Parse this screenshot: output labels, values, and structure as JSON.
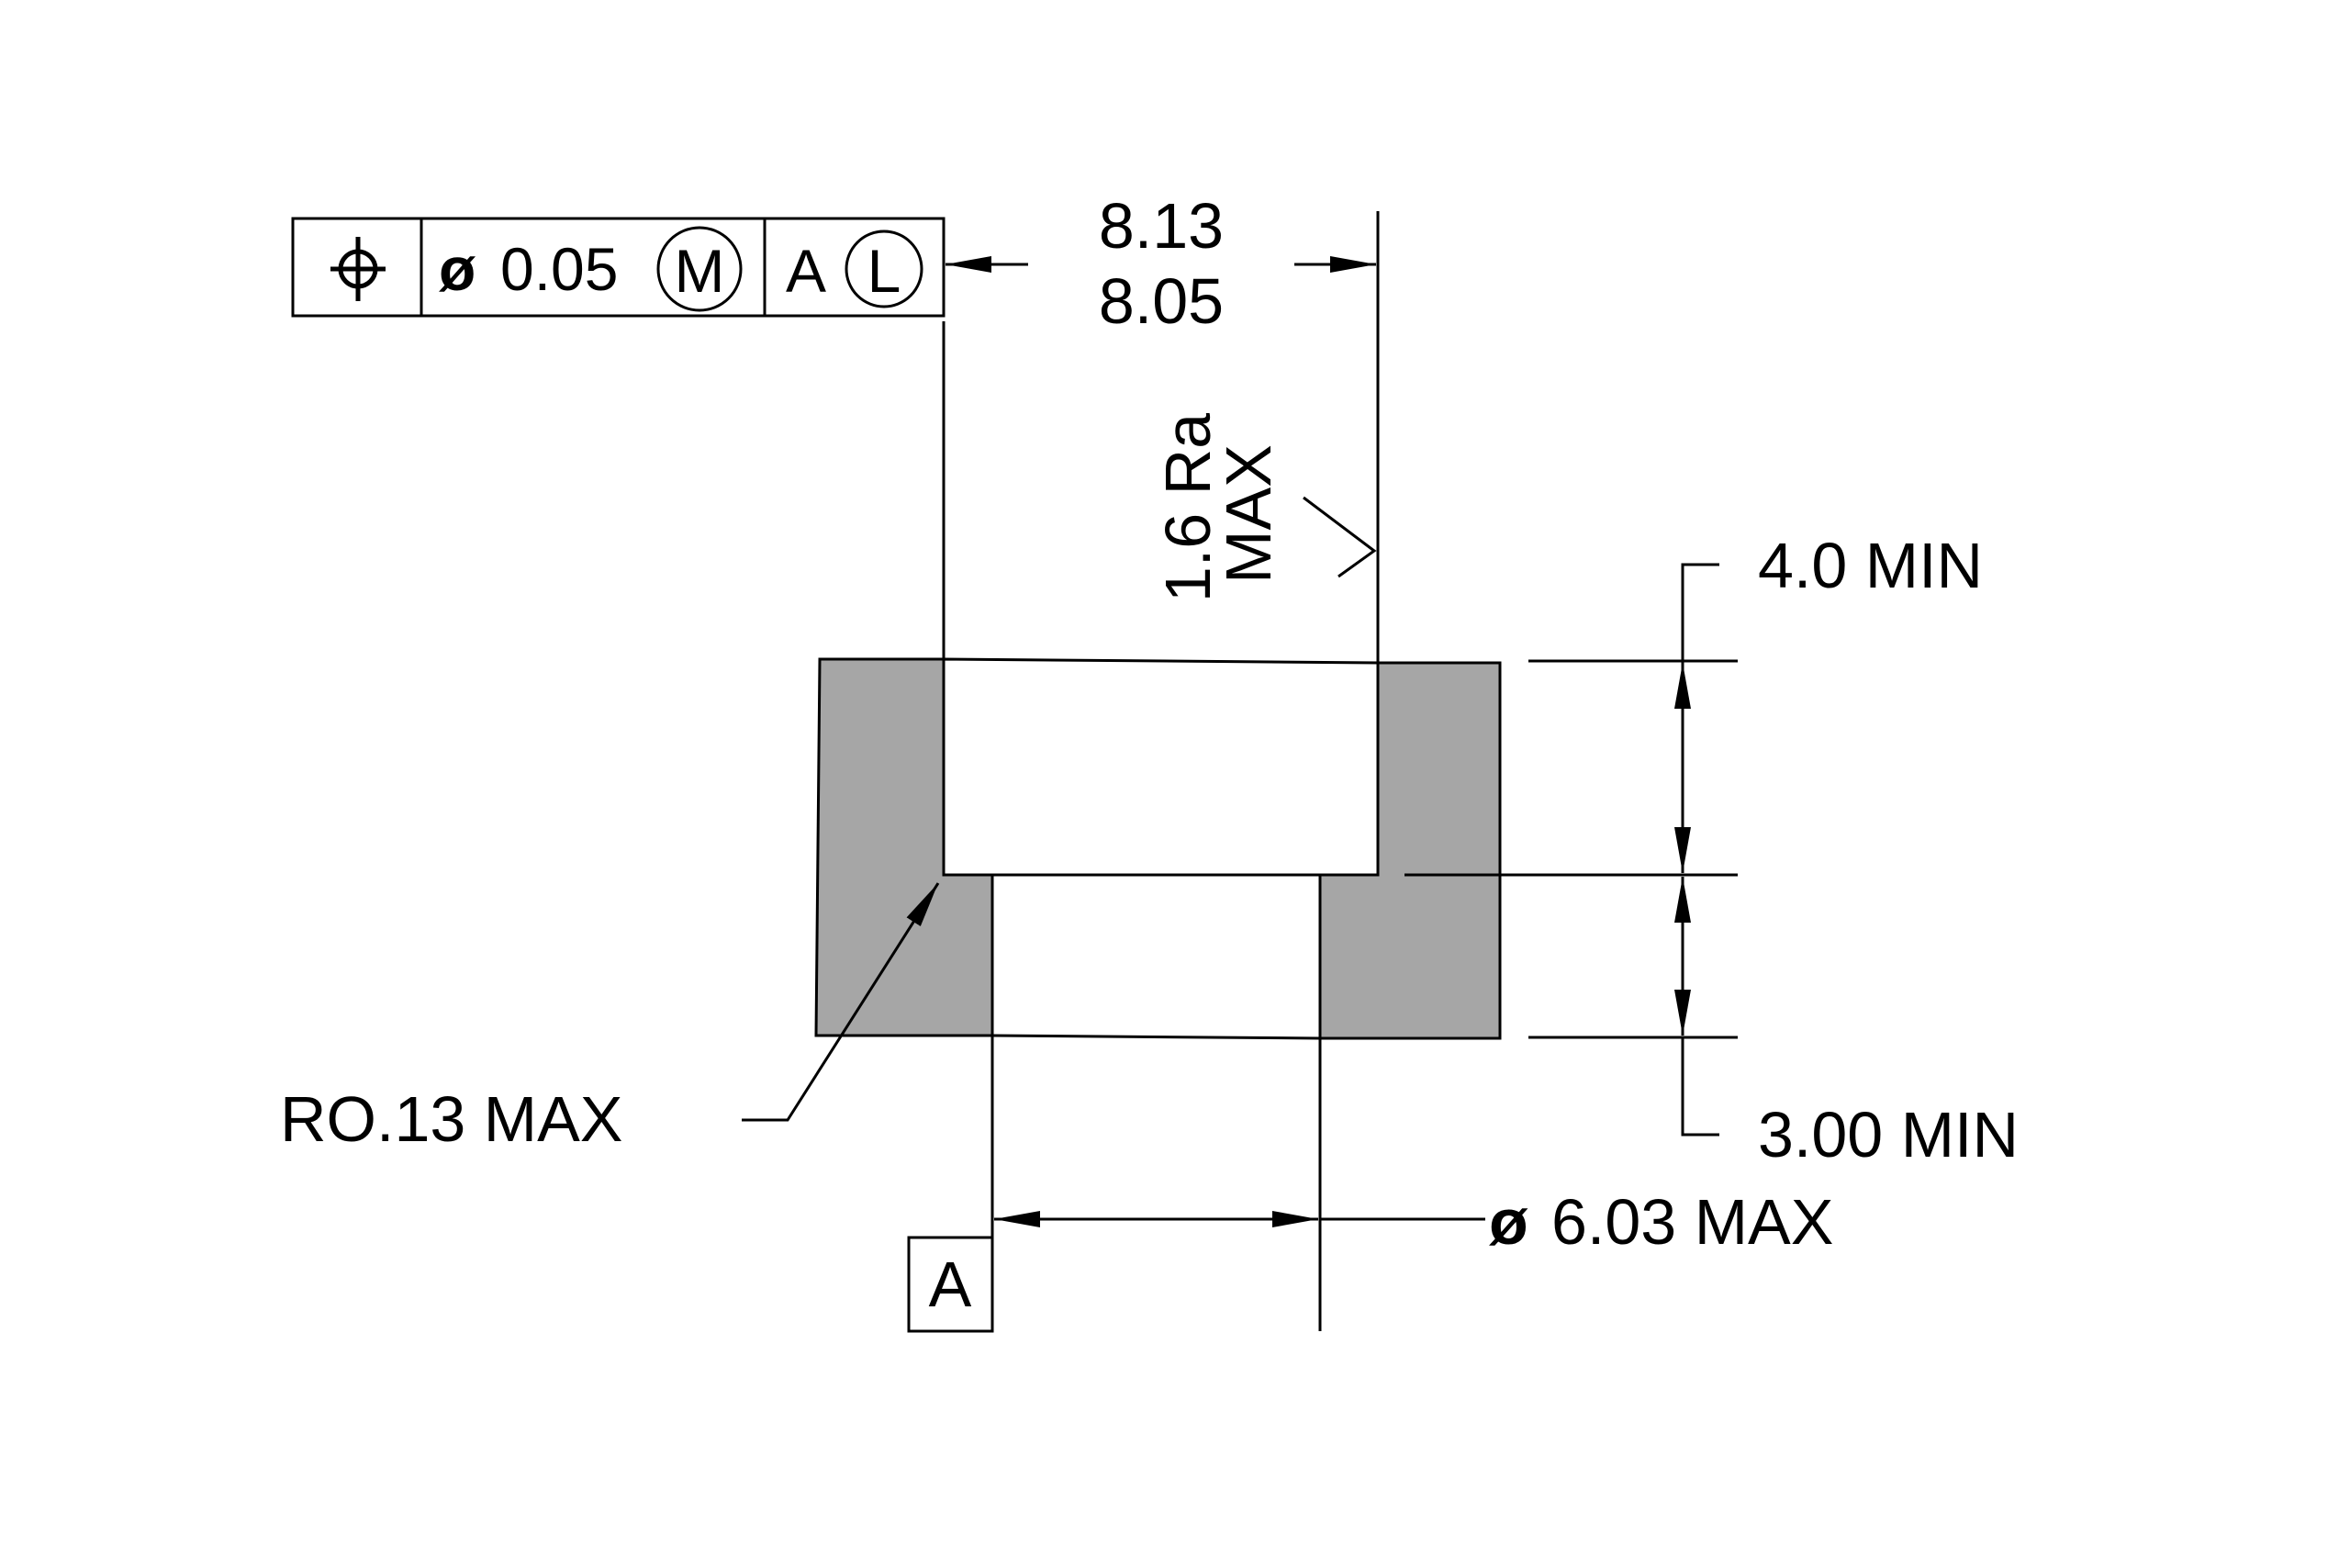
{
  "feature_control_frame": {
    "symbol": "position-icon",
    "diameter_symbol": "ø",
    "tolerance": "0.05",
    "material_modifier": "M",
    "datum": "A",
    "datum_modifier": "L"
  },
  "dimensions": {
    "width_upper": "8.13",
    "width_lower": "8.05",
    "surface_finish_value": "1.6 Ra",
    "surface_finish_limit": "MAX",
    "counterbore_depth": "4.0  MIN",
    "base_thickness": "3.00  MIN",
    "radius": "RO.13  MAX",
    "hole_diameter_symbol": "ø",
    "hole_diameter": "6.03 MAX"
  },
  "datum_label": "A",
  "colors": {
    "section_fill": "#a6a6a6",
    "line": "#000000",
    "background": "#ffffff"
  }
}
